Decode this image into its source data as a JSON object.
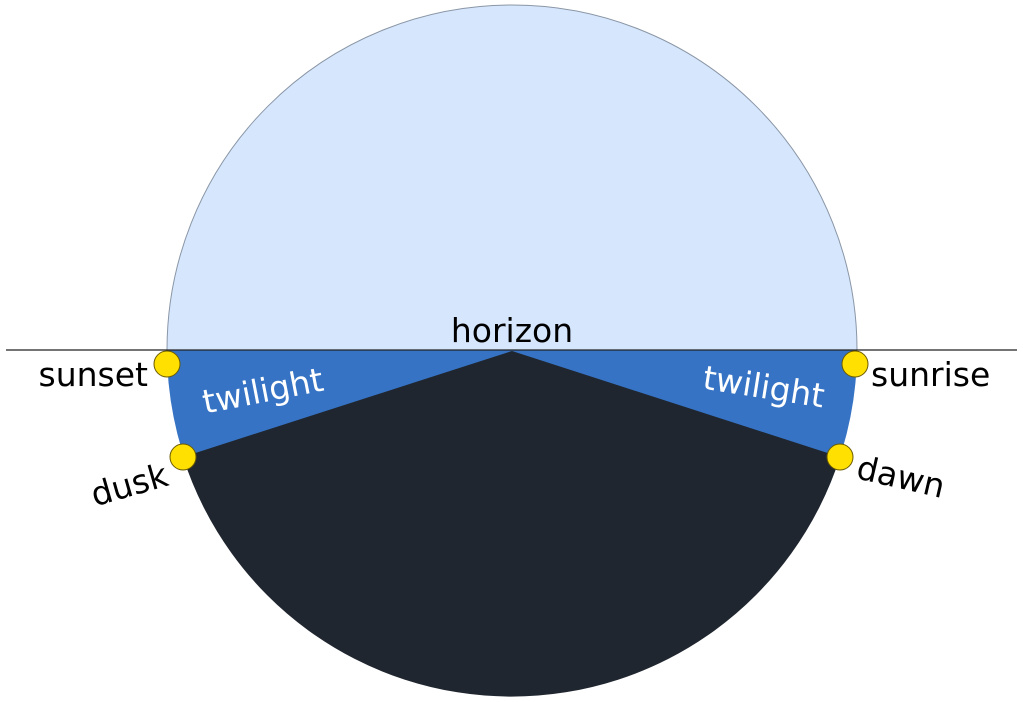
{
  "labels": {
    "horizon": "horizon",
    "sunset": "sunset",
    "sunrise": "sunrise",
    "dusk": "dusk",
    "dawn": "dawn",
    "twilight_left": "twilight",
    "twilight_right": "twilight"
  },
  "colors": {
    "sky": "#d6e7fd",
    "twilight": "#3673c4",
    "night": "#1f262f",
    "sun_marker": "#ffe000"
  }
}
